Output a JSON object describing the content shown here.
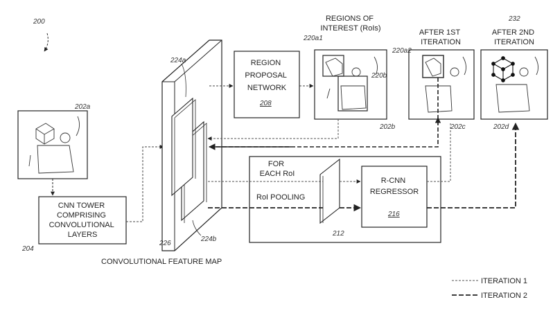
{
  "figure_ref": "200",
  "input_image": {
    "ref": "202a"
  },
  "cnn_tower": {
    "lines": [
      "CNN TOWER",
      "COMPRISING",
      "CONVOLUTIONAL",
      "LAYERS"
    ],
    "ref": "204"
  },
  "feature_map": {
    "caption": "CONVOLUTIONAL FEATURE MAP",
    "ref": "226",
    "ref_front": "224a",
    "ref_back": "224b"
  },
  "rpn": {
    "lines": [
      "REGION",
      "PROPOSAL",
      "NETWORK"
    ],
    "ref": "208"
  },
  "rois_panel": {
    "title_lines": [
      "REGIONS OF",
      "INTEREST (RoIs)"
    ],
    "ref": "202b",
    "ref_roi_a": "220a1",
    "ref_roi_b": "220b"
  },
  "iter1_panel": {
    "title_lines": [
      "AFTER 1ST",
      "ITERATION"
    ],
    "ref": "202c",
    "ref_roi": "220a2"
  },
  "iter2_panel": {
    "title_lines": [
      "AFTER 2ND",
      "ITERATION"
    ],
    "ref": "202d",
    "ref_obj": "232"
  },
  "roi_loop": {
    "for_each_lines": [
      "FOR",
      "EACH RoI"
    ],
    "pooling_label": "RoI POOLING",
    "pooling_ref": "212"
  },
  "regressor": {
    "lines": [
      "R-CNN",
      "REGRESSOR"
    ],
    "ref": "216"
  },
  "legend": {
    "iteration1": "ITERATION 1",
    "iteration2": "ITERATION 2"
  }
}
